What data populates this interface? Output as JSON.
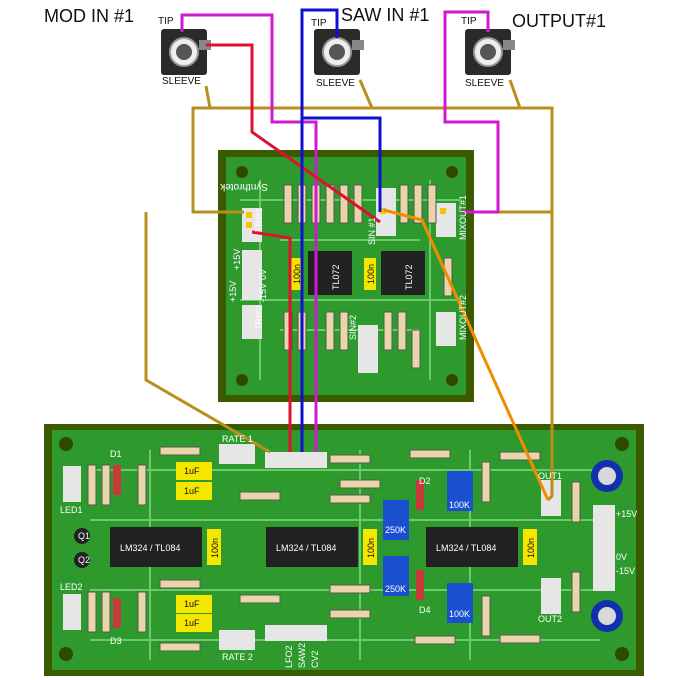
{
  "jacks": [
    {
      "title": "MOD IN #1",
      "tip": "TIP",
      "sleeve": "SLEEVE"
    },
    {
      "title": "SAW IN #1",
      "tip": "TIP",
      "sleeve": "SLEEVE"
    },
    {
      "title": "OUTPUT#1",
      "tip": "TIP",
      "sleeve": "SLEEVE"
    }
  ],
  "upper_board": {
    "brand": "Synthrotek",
    "connectors": {
      "tri1": "TRI#1",
      "tri2": "TRI#2",
      "sin1": "SIN #1",
      "sin2": "SIN#2",
      "mixout1": "MIXOUT#1",
      "mixout2": "MIXOUT#2",
      "power": "+15V",
      "power_labels": [
        "+15V",
        "0V",
        "-15V"
      ]
    },
    "chips": [
      "TL072",
      "TL072"
    ],
    "caps": [
      "100n",
      "100n"
    ]
  },
  "lower_board": {
    "chips": [
      "LM324 / TL084",
      "LM324 / TL084",
      "LM324 / TL084"
    ],
    "caps_100n": [
      "100n",
      "100n",
      "100n"
    ],
    "caps_1uf": [
      "1uF",
      "1uF",
      "1uF",
      "1uF"
    ],
    "trimmers": [
      "250K",
      "250K"
    ],
    "pots_100k": [
      "100K",
      "100K"
    ],
    "diodes": [
      "D1",
      "D2",
      "D3",
      "D4"
    ],
    "transistors": [
      "Q1",
      "Q2"
    ],
    "leds": [
      "LED1",
      "LED2"
    ],
    "rate": [
      "RATE 1",
      "RATE 2"
    ],
    "out": [
      "OUT1",
      "OUT2"
    ],
    "power": [
      "+15V",
      "0V",
      "-15V"
    ],
    "header_labels": [
      "LFO2",
      "SAW2",
      "CV2"
    ]
  },
  "colors": {
    "pcb_green": "#2e9a2e",
    "pcb_dark": "#3a5a00",
    "wire_brown": "#b8901e",
    "wire_magenta": "#d01ad0",
    "wire_red": "#e01030",
    "wire_blue": "#1010d0",
    "wire_orange": "#f08c00"
  }
}
